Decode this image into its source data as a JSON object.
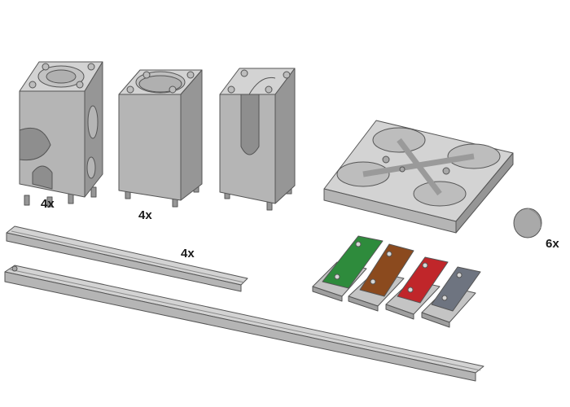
{
  "labels": {
    "block_cutout_qty": "4x",
    "block_cylinder_qty": "4x",
    "rail_qty": "4x",
    "ball_qty": "6x"
  },
  "colors": {
    "part_top": "#d3d3d3",
    "part_front": "#b5b5b5",
    "part_side": "#969696",
    "outline": "#555555",
    "ball": "#a9a9a9",
    "plate_green": "#2e8b3c",
    "plate_brown": "#8b4a1e",
    "plate_red": "#c0262a",
    "plate_gray": "#6e7480"
  },
  "icons": [
    "block-cutout-icon",
    "block-cylinder-icon",
    "block-slot-icon",
    "junction-plate-icon",
    "ball-icon",
    "rail-icon",
    "xylophone-plate-icon"
  ]
}
